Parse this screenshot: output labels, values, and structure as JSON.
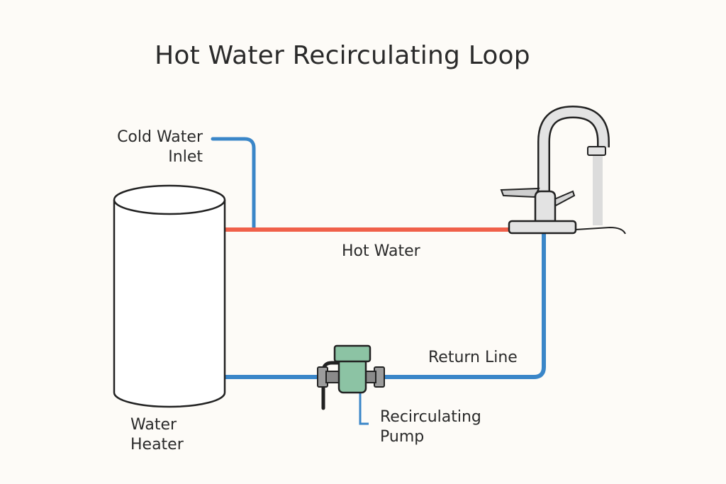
{
  "title": "Hot Water Recirculating Loop",
  "labels": {
    "cold_water_line1": "Cold Water",
    "cold_water_line2": "Inlet",
    "hot_water": "Hot Water",
    "return_line": "Return Line",
    "pump_line1": "Recirculating",
    "pump_line2": "Pump",
    "heater_line1": "Water",
    "heater_line2": "Heater"
  },
  "colors": {
    "hot_pipe": "#f0604a",
    "cold_pipe": "#3a86c8",
    "pump_body": "#8cc3a4",
    "faucet": "#e3e3e3",
    "outline": "#222222",
    "background": "#fdfbf7"
  }
}
